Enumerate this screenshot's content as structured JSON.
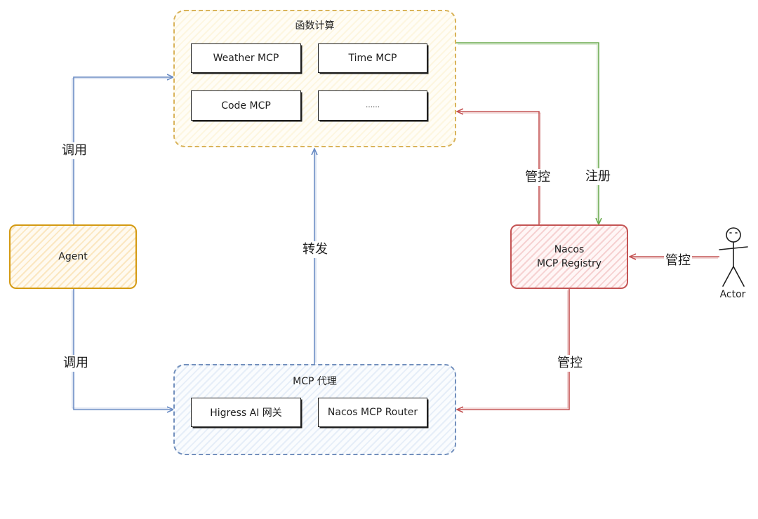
{
  "groups": {
    "function_compute": {
      "title": "函数计算",
      "services": [
        "Weather MCP",
        "Time MCP",
        "Code MCP",
        "……"
      ]
    },
    "mcp_proxy": {
      "title": "MCP 代理",
      "services": [
        "Higress AI 网关",
        "Nacos MCP Router"
      ]
    }
  },
  "nodes": {
    "agent": "Agent",
    "nacos_line1": "Nacos",
    "nacos_line2": "MCP Registry",
    "actor": "Actor"
  },
  "edges": {
    "agent_to_function_compute": "调用",
    "agent_to_mcp_proxy": "调用",
    "proxy_forward": "转发",
    "nacos_to_function_compute": "管控",
    "function_compute_register": "注册",
    "actor_to_nacos": "管控",
    "nacos_to_mcp_proxy": "管控"
  },
  "colors": {
    "blue_arrow": "#6a8cc4",
    "red_arrow": "#c45454",
    "green_arrow": "#6aaa4f"
  }
}
